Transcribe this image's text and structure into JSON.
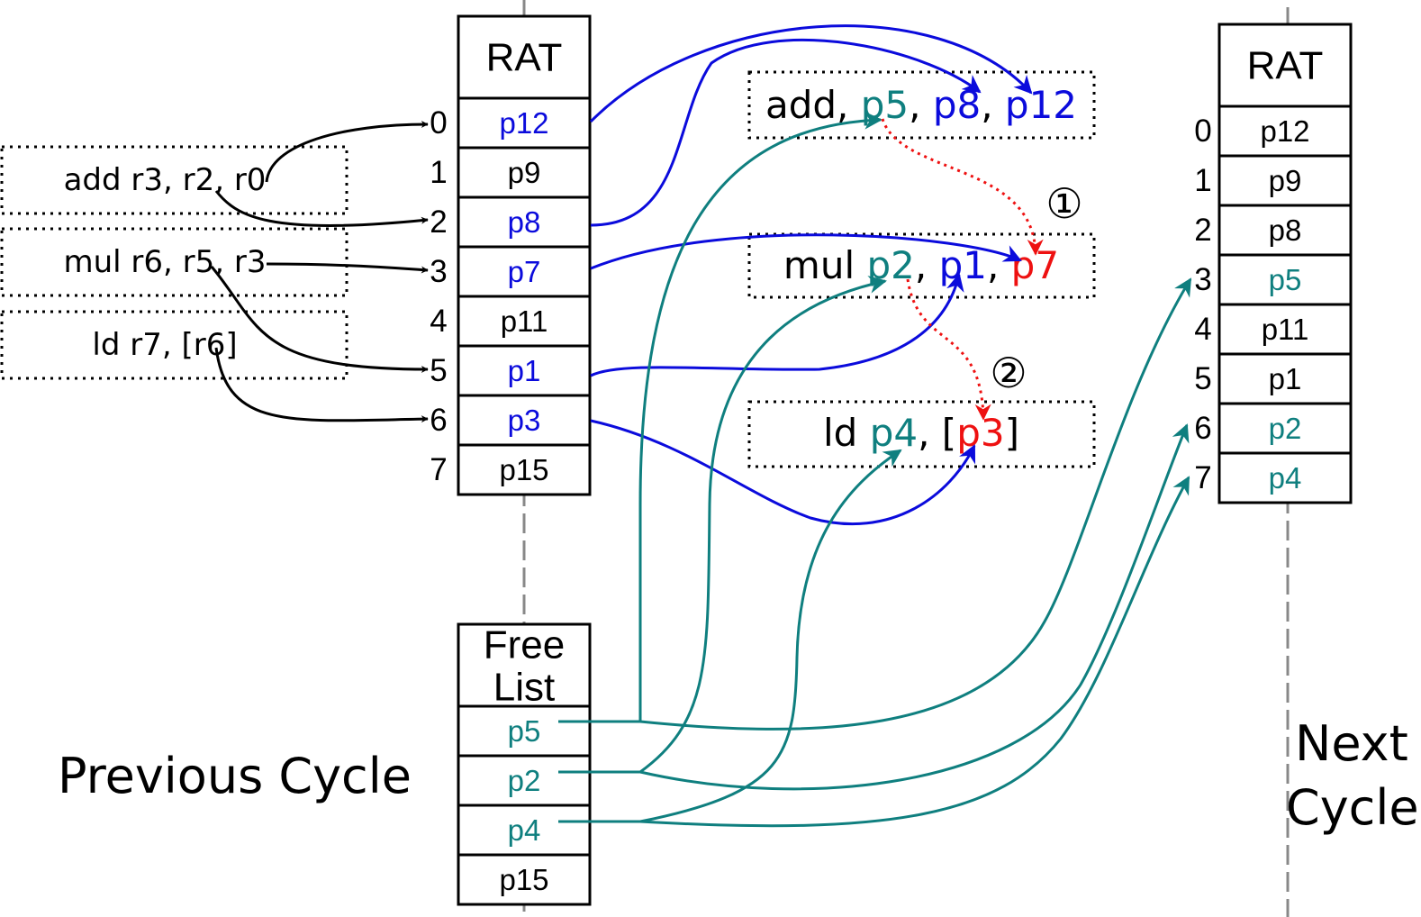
{
  "colors": {
    "black": "#000000",
    "blue": "#0b0bdc",
    "teal": "#0f7f7f",
    "red": "#ee1111",
    "divider": "#888888"
  },
  "rat_prev": {
    "title": "RAT",
    "indices": [
      "0",
      "1",
      "2",
      "3",
      "4",
      "5",
      "6",
      "7"
    ],
    "cells": [
      {
        "text": "p12",
        "color": "blue"
      },
      {
        "text": "p9",
        "color": "black"
      },
      {
        "text": "p8",
        "color": "blue"
      },
      {
        "text": "p7",
        "color": "blue"
      },
      {
        "text": "p11",
        "color": "black"
      },
      {
        "text": "p1",
        "color": "blue"
      },
      {
        "text": "p3",
        "color": "blue"
      },
      {
        "text": "p15",
        "color": "black"
      }
    ]
  },
  "rat_next": {
    "title": "RAT",
    "indices": [
      "0",
      "1",
      "2",
      "3",
      "4",
      "5",
      "6",
      "7"
    ],
    "cells": [
      {
        "text": "p12",
        "color": "black"
      },
      {
        "text": "p9",
        "color": "black"
      },
      {
        "text": "p8",
        "color": "black"
      },
      {
        "text": "p5",
        "color": "teal"
      },
      {
        "text": "p11",
        "color": "black"
      },
      {
        "text": "p1",
        "color": "black"
      },
      {
        "text": "p2",
        "color": "teal"
      },
      {
        "text": "p4",
        "color": "teal"
      }
    ]
  },
  "free_list": {
    "title_line1": "Free",
    "title_line2": "List",
    "cells": [
      {
        "text": "p5",
        "color": "teal"
      },
      {
        "text": "p2",
        "color": "teal"
      },
      {
        "text": "p4",
        "color": "teal"
      },
      {
        "text": "p15",
        "color": "black"
      }
    ]
  },
  "arch_instructions": [
    "add r3, r2, r0",
    "mul r6, r5, r3",
    "ld r7, [r6]"
  ],
  "renamed_instructions": [
    {
      "parts": [
        {
          "text": "add, ",
          "color": "black"
        },
        {
          "text": "p5",
          "color": "teal"
        },
        {
          "text": ", ",
          "color": "black"
        },
        {
          "text": "p8",
          "color": "blue"
        },
        {
          "text": ", ",
          "color": "black"
        },
        {
          "text": "p12",
          "color": "blue"
        }
      ]
    },
    {
      "parts": [
        {
          "text": "mul ",
          "color": "black"
        },
        {
          "text": "p2",
          "color": "teal"
        },
        {
          "text": ", ",
          "color": "black"
        },
        {
          "text": "p1",
          "color": "blue"
        },
        {
          "text": ", ",
          "color": "black"
        },
        {
          "text": "p7",
          "color": "red"
        }
      ]
    },
    {
      "parts": [
        {
          "text": "ld ",
          "color": "black"
        },
        {
          "text": "p4",
          "color": "teal"
        },
        {
          "text": ", [",
          "color": "black"
        },
        {
          "text": "p3",
          "color": "red"
        },
        {
          "text": "]",
          "color": "black"
        }
      ]
    }
  ],
  "dependency_markers": [
    "①",
    "②"
  ],
  "labels": {
    "previous_cycle": "Previous Cycle",
    "next_cycle_line1": "Next",
    "next_cycle_line2": "Cycle"
  }
}
